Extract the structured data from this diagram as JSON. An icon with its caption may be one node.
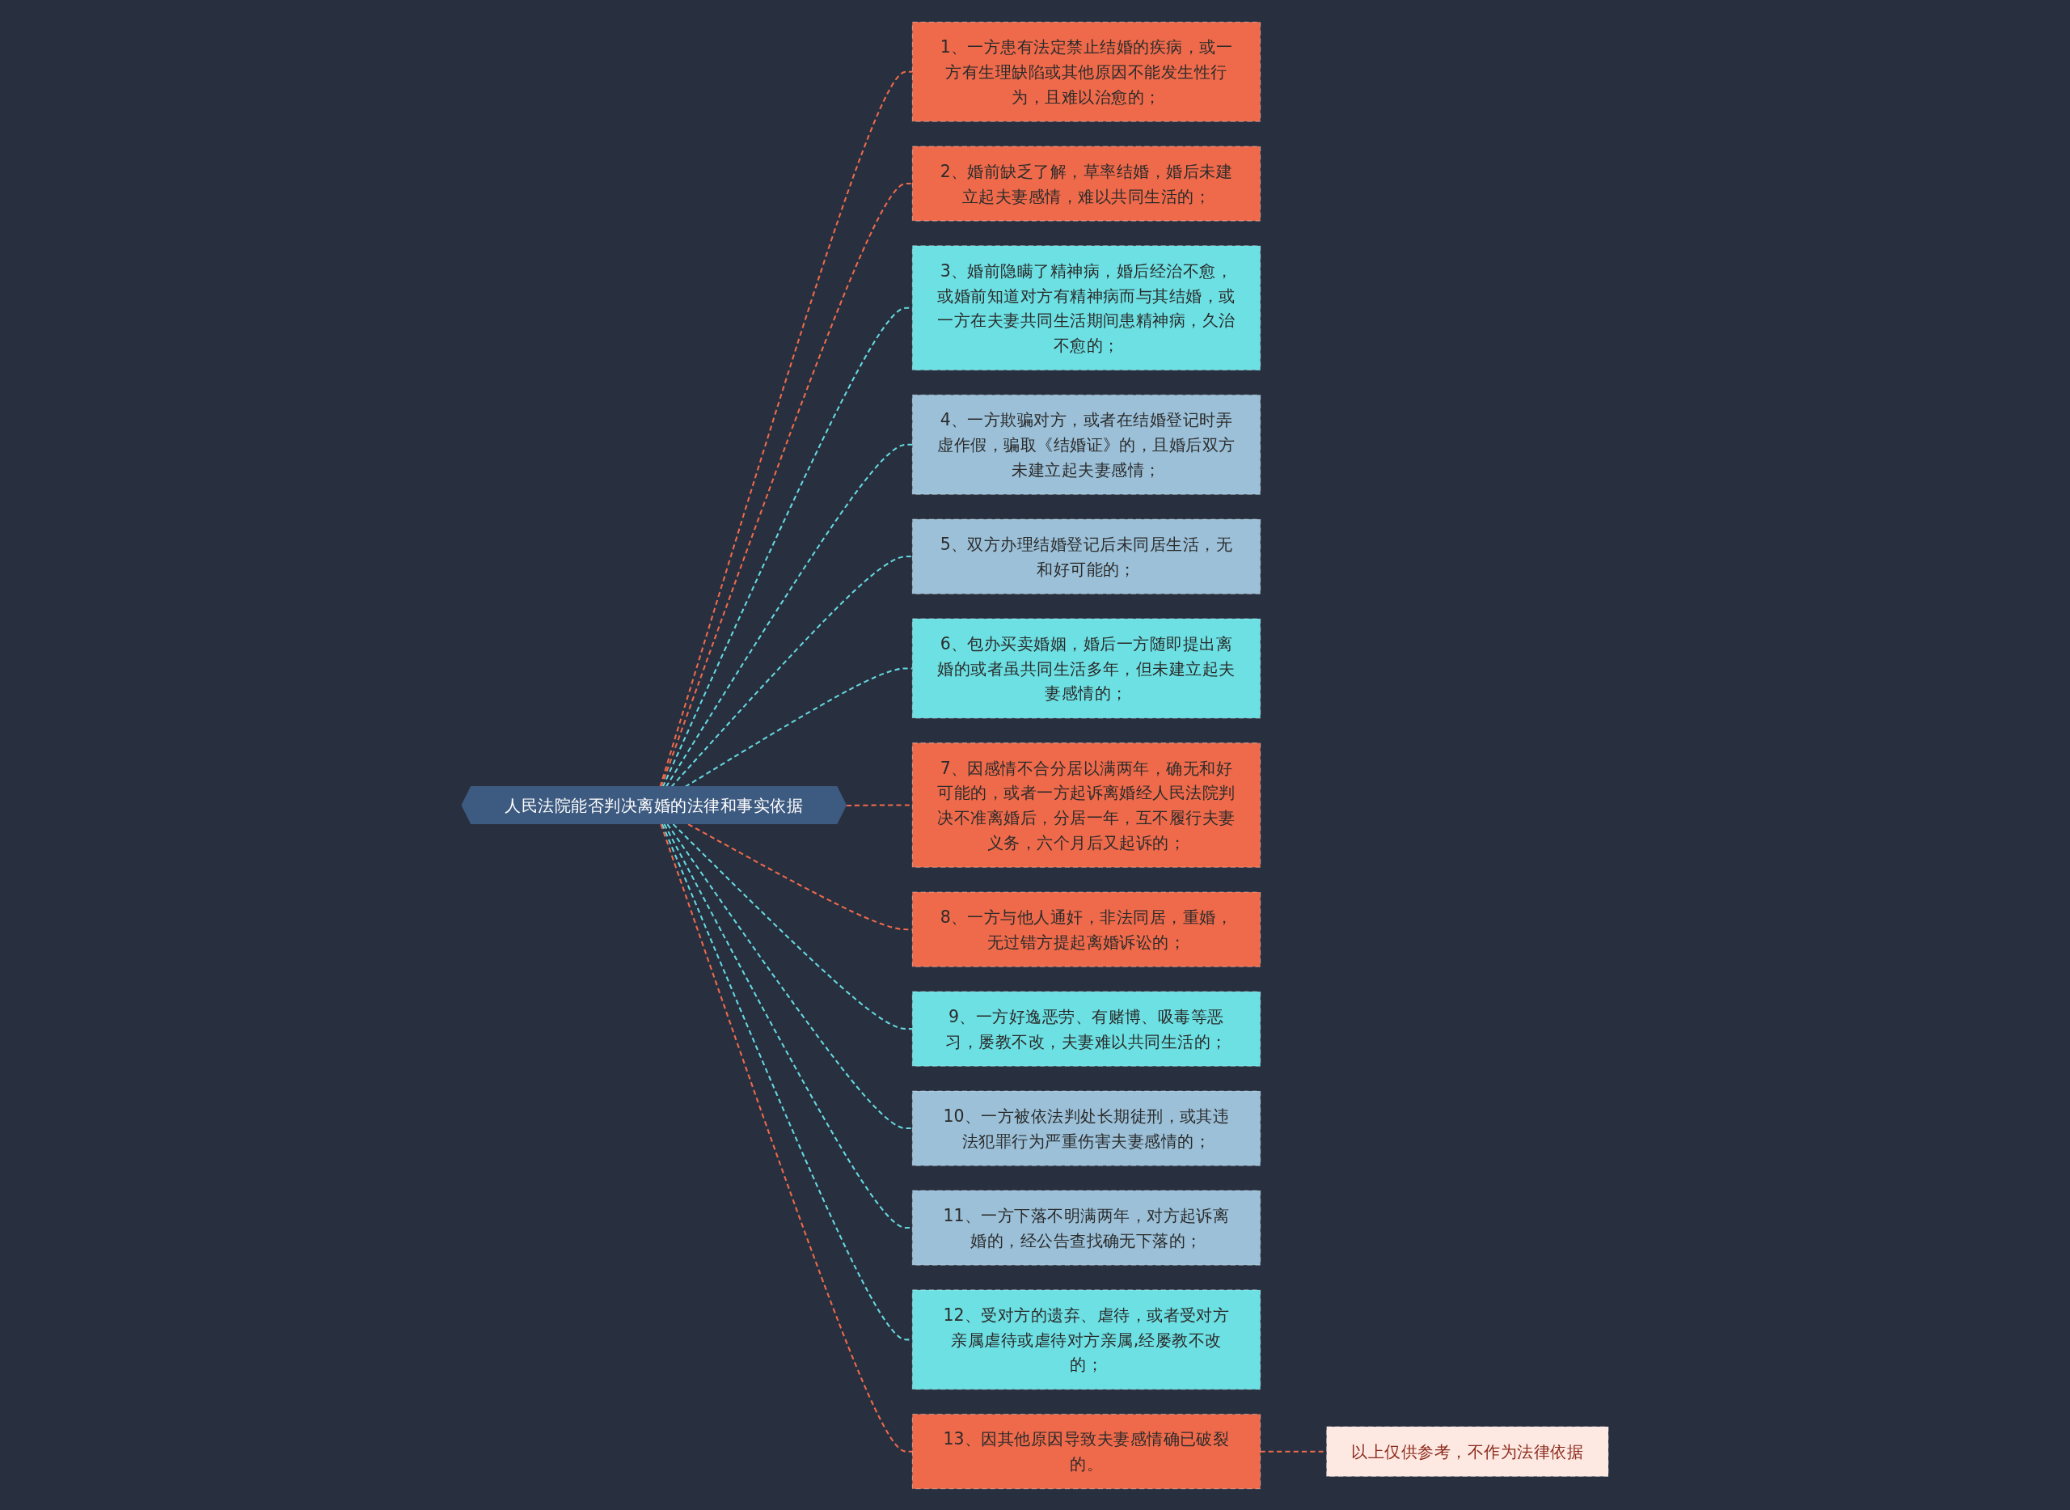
{
  "diagram": {
    "nodes": [
      {
        "text": [
          "人民法院能否判决离婚的法律和事实依据"
        ]
      },
      {
        "text": [
          "1、一方患有法定禁止结婚的疾病，或一方有生理缺陷或其他原因不能发生性行为，且难以治愈的；"
        ]
      },
      {
        "text": [
          "2、婚前缺乏了解，草率结婚，婚后未建立起夫妻感情，难以共同生活的；"
        ]
      },
      {
        "text": [
          "3、婚前隐瞒了精神病，婚后经治不愈，或婚前知道对方有精神病而与其结婚，或一方在夫妻共同生活期间患精神病，久治不愈的；"
        ]
      },
      {
        "text": [
          "4、一方欺骗对方，或者在结婚登记时弄虚作假，骗取《结婚证》的，且婚后双方未建立起夫妻感情；"
        ]
      },
      {
        "text": [
          "5、双方办理结婚登记后未同居生活，无和好可能的；"
        ]
      },
      {
        "text": [
          "6、包办买卖婚姻，婚后一方随即提出离婚的或者虽共同生活多年，但未建立起夫妻感情的；"
        ]
      },
      {
        "text": [
          "7、因感情不合分居以满两年，确无和好可能的，或者一方起诉离婚经人民法院判决不准离婚后，分居一年，互不履行夫妻义务，六个月后又起诉的；"
        ]
      },
      {
        "text": [
          "8、一方与他人通奸，非法同居，重婚，无过错方提起离婚诉讼的；"
        ]
      },
      {
        "text": [
          "9、一方好逸恶劳、有赌博、吸毒等恶习，屡教不改，夫妻难以共同生活的；"
        ]
      },
      {
        "text": [
          "10、一方被依法判处长期徒刑，或其违法犯罪行为严重伤害夫妻感情的；"
        ]
      },
      {
        "text": [
          "11、一方下落不明满两年，对方起诉离婚的，经公告查找确无下落的；"
        ]
      },
      {
        "text": [
          "12、受对方的遗弃、虐待，或者受对方亲属虐待或虐待对方亲属,经屡教不改的；"
        ]
      },
      {
        "text": [
          "13、因其他原因导致夫妻感情确已破裂的。"
        ]
      },
      {
        "text": [
          "以上仅供参考，不作为法律依据"
        ]
      }
    ],
    "edges": [
      {
        "from": 0,
        "to": 1,
        "arrow": "none",
        "style": "dashed",
        "color": "#ef6a4b"
      },
      {
        "from": 0,
        "to": 2,
        "arrow": "none",
        "style": "dashed",
        "color": "#ef6a4b"
      },
      {
        "from": 0,
        "to": 3,
        "arrow": "none",
        "style": "dashed"
      },
      {
        "from": 0,
        "to": 4,
        "arrow": "none",
        "style": "dashed"
      },
      {
        "from": 0,
        "to": 5,
        "arrow": "none",
        "style": "dashed"
      },
      {
        "from": 0,
        "to": 6,
        "arrow": "none",
        "style": "dashed"
      },
      {
        "from": 0,
        "to": 7,
        "arrow": "none",
        "style": "dashed",
        "color": "#ef6a4b"
      },
      {
        "from": 0,
        "to": 8,
        "arrow": "none",
        "style": "dashed",
        "color": "#ef6a4b"
      },
      {
        "from": 0,
        "to": 9,
        "arrow": "none",
        "style": "dashed"
      },
      {
        "from": 0,
        "to": 10,
        "arrow": "none",
        "style": "dashed"
      },
      {
        "from": 0,
        "to": 11,
        "arrow": "none",
        "style": "dashed"
      },
      {
        "from": 0,
        "to": 12,
        "arrow": "none",
        "style": "dashed"
      },
      {
        "from": 0,
        "to": 13,
        "arrow": "none",
        "style": "dashed",
        "color": "#ef6a4b"
      },
      {
        "from": 13,
        "to": 14,
        "arrow": "none",
        "style": "dashed",
        "color": "#ef6a4b"
      }
    ]
  }
}
